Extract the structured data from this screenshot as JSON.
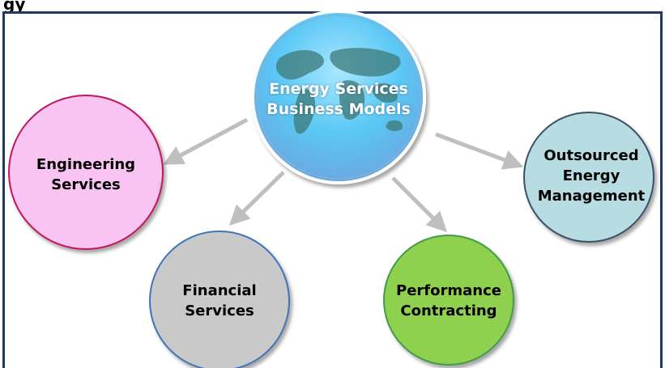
{
  "figure_title": "gy",
  "center": {
    "label": "Energy Services\nBusiness Models"
  },
  "nodes": {
    "engineering": "Engineering\nServices",
    "financial": "Financial\nServices",
    "performance": "Performance\nContracting",
    "outsourced": "Outsourced\nEnergy\nManagement"
  },
  "colors": {
    "frame": "#1f3864",
    "arrow": "#bfbfbf",
    "engineering_fill": "#f9c4f2",
    "engineering_stroke": "#c0185a",
    "financial_fill": "#c9c9c9",
    "financial_stroke": "#3f74b8",
    "performance_fill": "#8fd14f",
    "performance_stroke": "#3f9c4a",
    "outsourced_fill": "#b7dde3",
    "outsourced_stroke": "#3a4f6b",
    "globe_top": "#5ac8f5",
    "globe_bottom": "#9ed0f0"
  }
}
